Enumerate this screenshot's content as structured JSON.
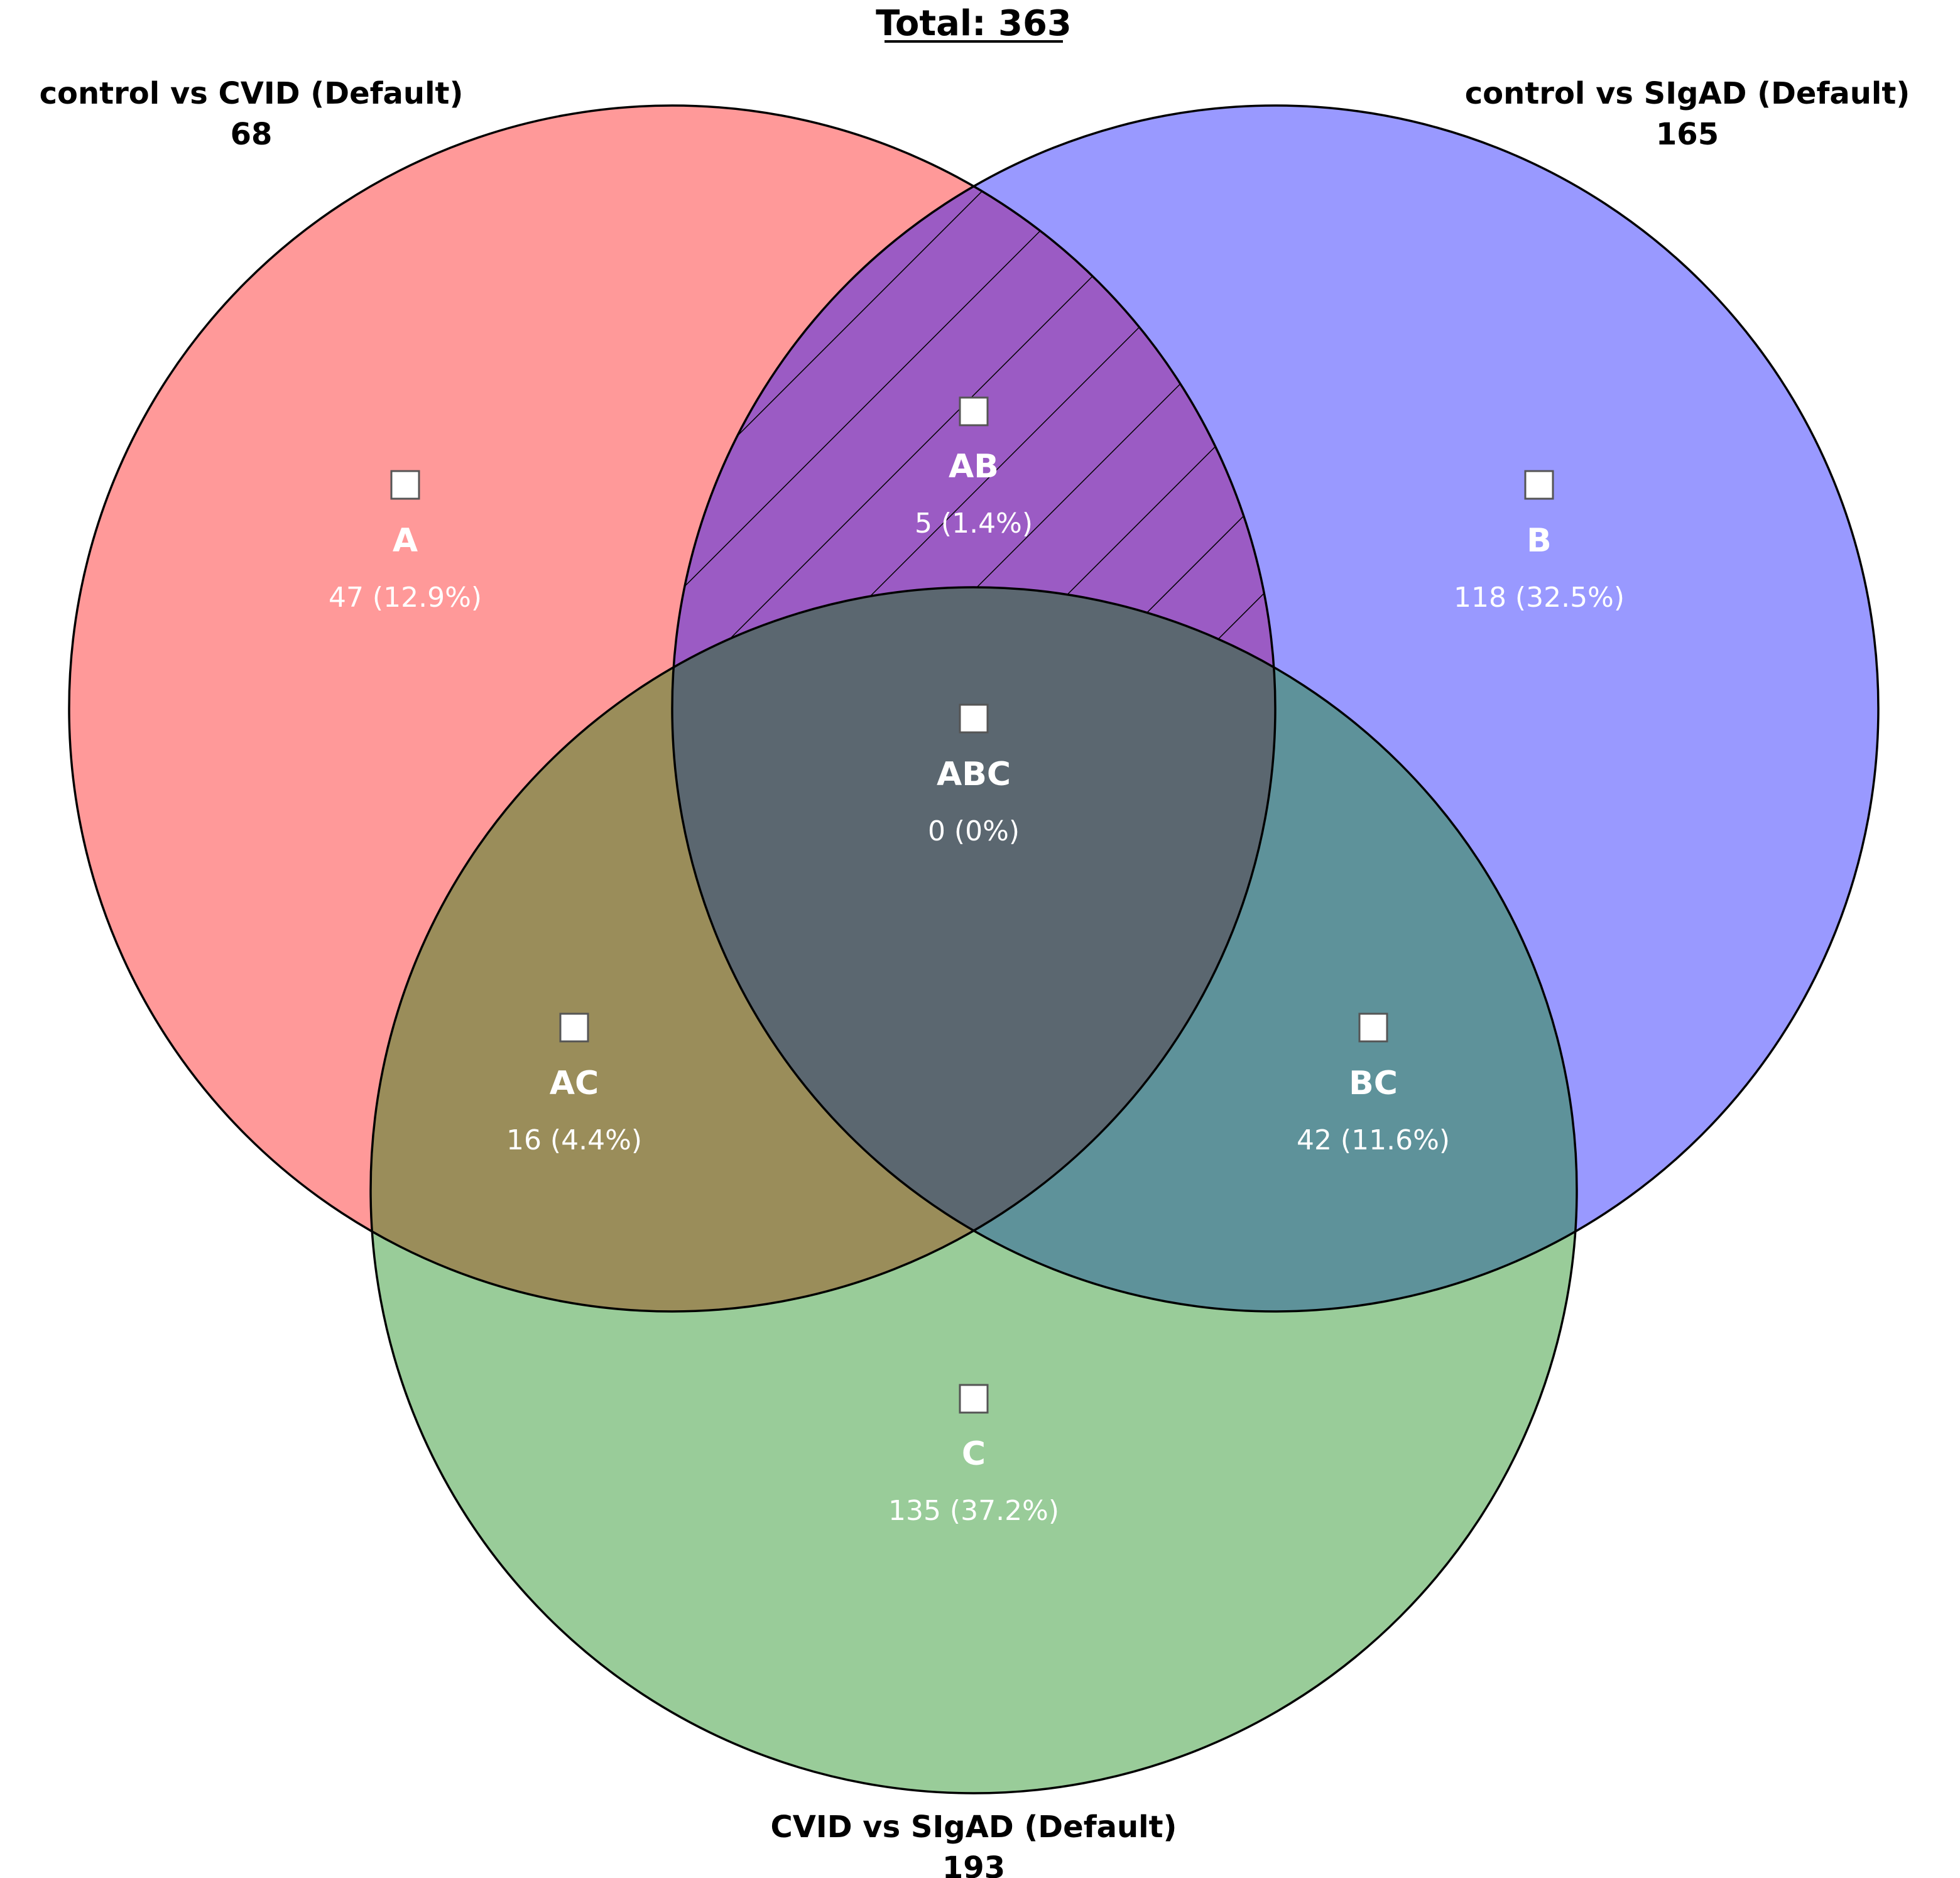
{
  "title": "Total: 363",
  "sets": [
    {
      "id": "A",
      "name": "control vs CVID (Default)",
      "count": "68",
      "color": "#ff9999"
    },
    {
      "id": "B",
      "name": "control vs SIgAD (Default)",
      "count": "165",
      "color": "#9999ff"
    },
    {
      "id": "C",
      "name": "CVID vs SIgAD (Default)",
      "count": "193",
      "color": "#99cc99"
    }
  ],
  "regions": [
    {
      "id": "A",
      "label": "A",
      "value": "47 (12.9%)"
    },
    {
      "id": "B",
      "label": "B",
      "value": "118 (32.5%)"
    },
    {
      "id": "C",
      "label": "C",
      "value": "135 (37.2%)"
    },
    {
      "id": "AB",
      "label": "AB",
      "value": "5 (1.4%)",
      "fill": "#9b5bc4",
      "hatched": true
    },
    {
      "id": "AC",
      "label": "AC",
      "value": "16 (4.4%)",
      "fill": "#9a8d5a"
    },
    {
      "id": "BC",
      "label": "BC",
      "value": "42 (11.6%)",
      "fill": "#5e929a"
    },
    {
      "id": "ABC",
      "label": "ABC",
      "value": "0 (0%)",
      "fill": "#5b6770"
    }
  ]
}
